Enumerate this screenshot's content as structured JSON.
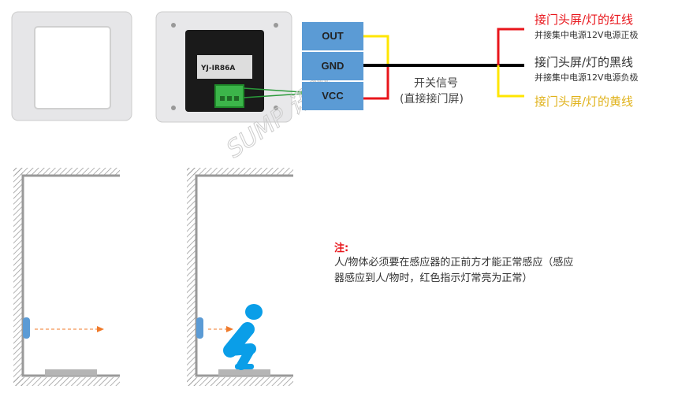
{
  "terminals": [
    "OUT",
    "GND",
    "VCC"
  ],
  "module_label": "YJ-IR86A",
  "signal_label": {
    "line1": "开关信号",
    "line2": "(直接接门屏)"
  },
  "wires": [
    {
      "title": "接门头屏/灯的红线",
      "sub": "并接集中电源12V电源正极",
      "color": "#e8151b"
    },
    {
      "title": "接门头屏/灯的黑线",
      "sub": "并接集中电源12V电源负极",
      "color": "#333333"
    },
    {
      "title": "接门头屏/灯的黄线",
      "sub": "",
      "color": "#e0b21a"
    }
  ],
  "watermark": "SUMP 讯鹏",
  "note": {
    "heading": "注:",
    "line1": "人/物体必须要在感应器的正前方才能正常感应（感应",
    "line2": "器感应到人/物时，红色指示灯常亮为正常）"
  },
  "colors": {
    "terminal": "#5b9bd5",
    "sensor": "#5b9bd5",
    "person": "#0a9ee8",
    "arrow": "#f07a2a"
  }
}
